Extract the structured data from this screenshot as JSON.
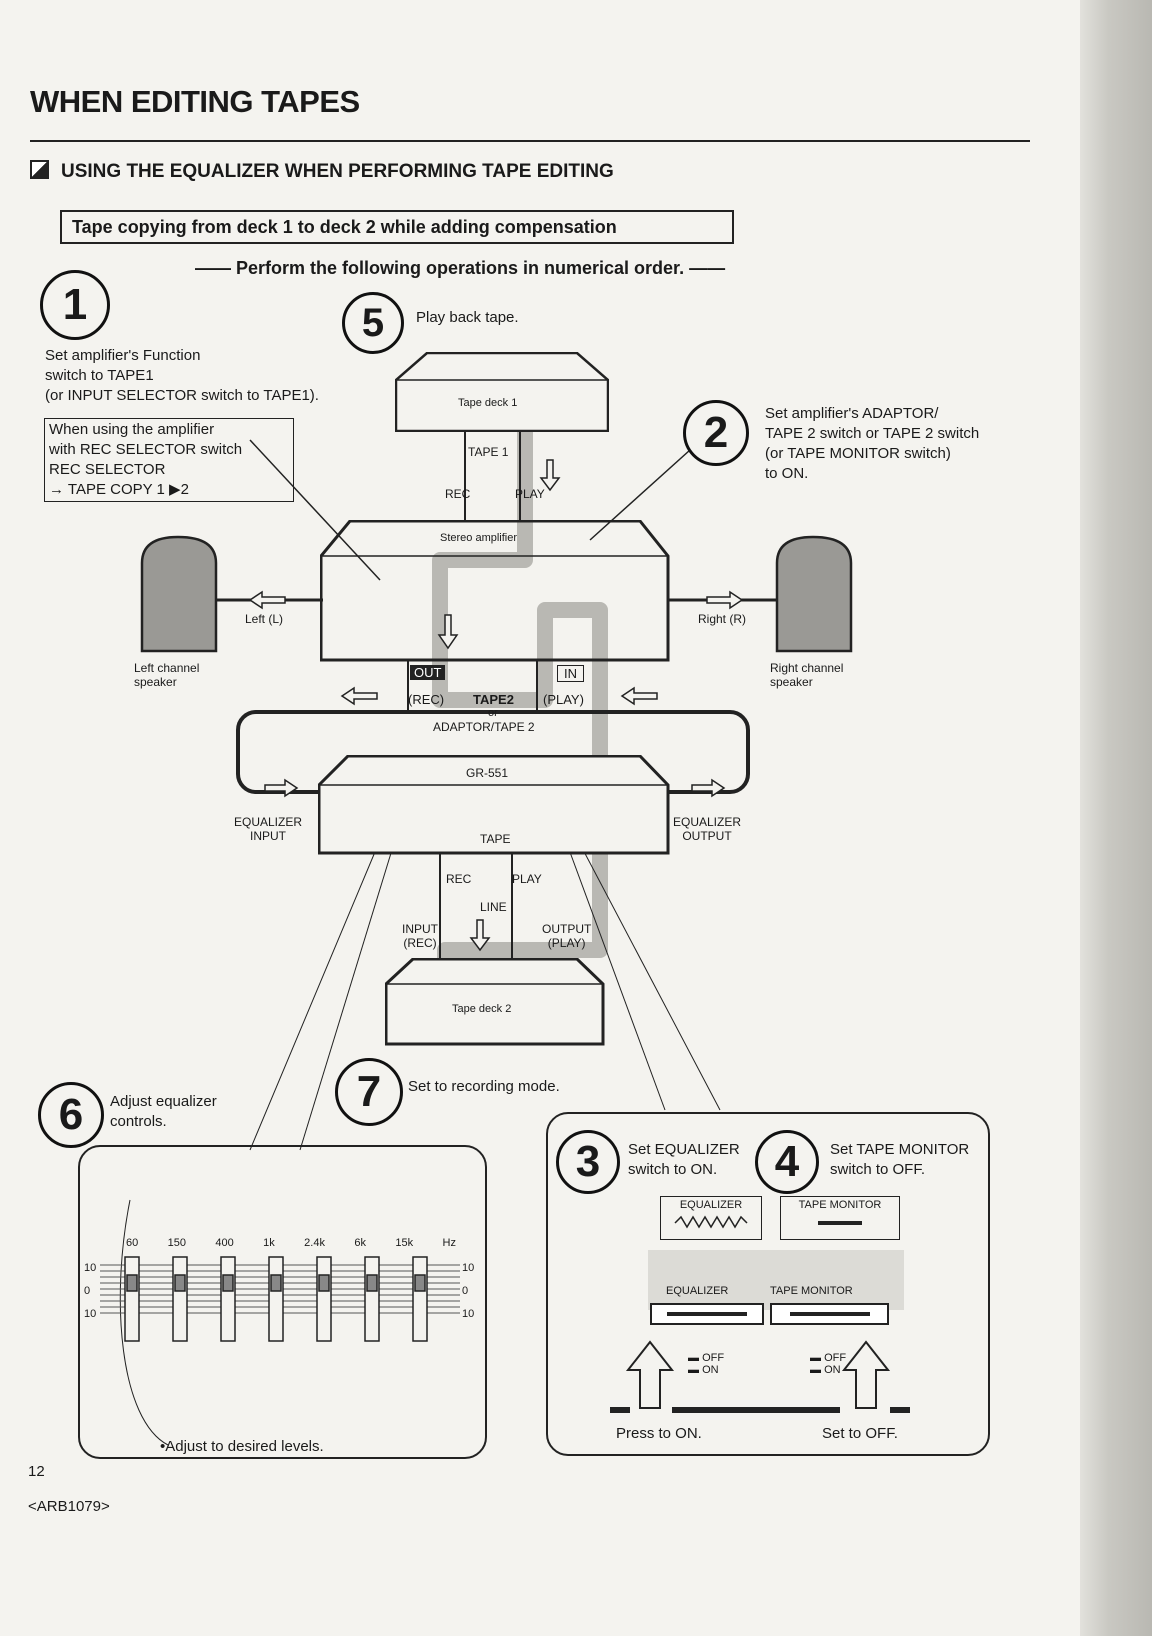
{
  "header": {
    "title": "WHEN EDITING TAPES",
    "section": "USING THE EQUALIZER WHEN PERFORMING TAPE EDITING",
    "boxed_heading": "Tape copying from deck 1 to deck 2 while adding compensation",
    "instruction": "—— Perform the following operations in numerical order. ——"
  },
  "steps": {
    "s1": {
      "num": "1",
      "lines": [
        "Set amplifier's Function",
        "switch to TAPE1",
        "(or INPUT SELECTOR switch to TAPE1)."
      ]
    },
    "rec_note": [
      "When using the amplifier",
      "with REC SELECTOR switch",
      "REC SELECTOR",
      "→ TAPE COPY 1 ▶2"
    ],
    "s2": {
      "num": "2",
      "lines": [
        "Set amplifier's ADAPTOR/",
        "TAPE 2 switch or TAPE 2 switch",
        "(or TAPE MONITOR switch)",
        "to ON."
      ]
    },
    "s3": {
      "num": "3",
      "lines": [
        "Set EQUALIZER",
        "switch to ON."
      ]
    },
    "s4": {
      "num": "4",
      "lines": [
        "Set TAPE MONITOR",
        "switch to OFF."
      ]
    },
    "s5": {
      "num": "5",
      "text": "Play back tape."
    },
    "s6": {
      "num": "6",
      "lines": [
        "Adjust equalizer",
        "controls."
      ]
    },
    "s7": {
      "num": "7",
      "text": "Set to recording mode."
    }
  },
  "diagram": {
    "tape_deck_1": "Tape deck 1",
    "tape1": "TAPE 1",
    "rec": "REC",
    "play": "PLAY",
    "stereo_amp": "Stereo amplifier",
    "left": "Left (L)",
    "right": "Right (R)",
    "left_speaker": [
      "Left channel",
      "speaker"
    ],
    "right_speaker": [
      "Right channel",
      "speaker"
    ],
    "out": "OUT",
    "out_rec": "(REC)",
    "tape2": "TAPE2",
    "in": "IN",
    "in_play": "(PLAY)",
    "or": "or",
    "adaptor_tape2": "ADAPTOR/TAPE 2",
    "gr551": "GR-551",
    "eq_input": [
      "EQUALIZER",
      "INPUT"
    ],
    "eq_output": [
      "EQUALIZER",
      "OUTPUT"
    ],
    "tape": "TAPE",
    "line": "LINE",
    "input_rec": [
      "INPUT",
      "(REC)"
    ],
    "output_play": [
      "OUTPUT",
      "(PLAY)"
    ],
    "tape_deck_2": "Tape deck 2"
  },
  "eq_panel": {
    "freqs": [
      "60",
      "150",
      "400",
      "1k",
      "2.4k",
      "6k",
      "15k"
    ],
    "hz": "Hz",
    "scale_left": [
      "10",
      "0",
      "10"
    ],
    "scale_right": [
      "10",
      "0",
      "10"
    ],
    "note": "•Adjust to desired levels."
  },
  "switch_panel": {
    "eq_label": "EQUALIZER",
    "tm_label": "TAPE MONITOR",
    "off": "OFF",
    "on": "ON",
    "press_on": "Press to ON.",
    "set_off": "Set to OFF."
  },
  "footer": {
    "page": "12",
    "code": "<ARB1079>"
  }
}
